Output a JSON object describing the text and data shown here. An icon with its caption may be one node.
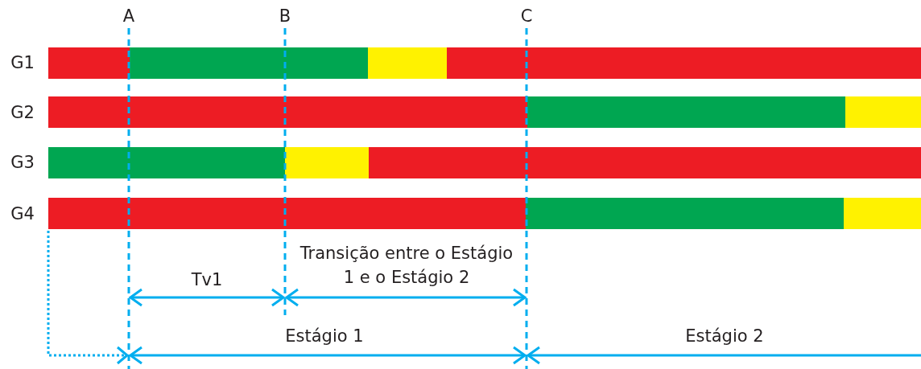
{
  "diagram": {
    "labels": [
      "A",
      "B",
      "C",
      "G1",
      "G2",
      "G3",
      "G4",
      "Transição entre o Estágio 1 e o Estágio 2",
      "Tv1",
      "Estágio 1",
      "Estágio 2"
    ]
  }
}
